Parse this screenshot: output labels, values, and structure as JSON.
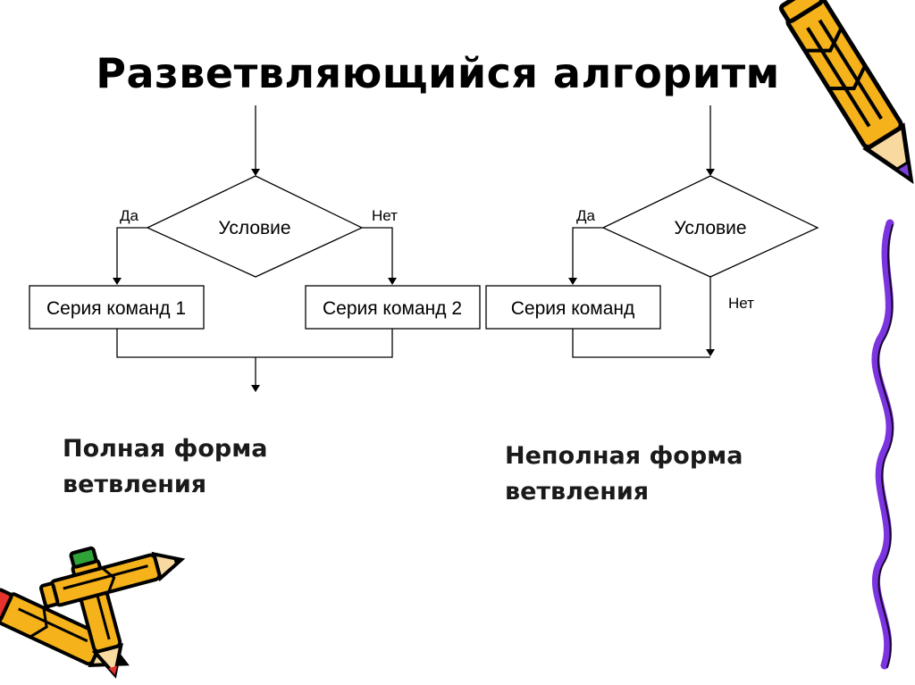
{
  "title": "Разветвляющийся алгоритм",
  "full_form": {
    "condition": "Условие",
    "yes": "Да",
    "no": "Нет",
    "series1": "Серия команд 1",
    "series2": "Серия команд 2",
    "caption_line1": "Полная форма",
    "caption_line2": "ветвления"
  },
  "partial_form": {
    "condition": "Условие",
    "yes": "Да",
    "no": "Нет",
    "series": "Серия команд",
    "caption_line1": "Неполная форма",
    "caption_line2": "ветвления"
  },
  "decorations": [
    "pencil-icon",
    "pencil-icon",
    "pencil-icon",
    "wavy-line"
  ],
  "colors": {
    "pencil_body": "#f5b21b",
    "pencil_stripe": "#000000",
    "pencil_tip": "#7a3fd6",
    "pencil_eraser": "#e5322d",
    "pencil_cap": "#2fa23a",
    "wavy_line": "#7b34e0"
  }
}
